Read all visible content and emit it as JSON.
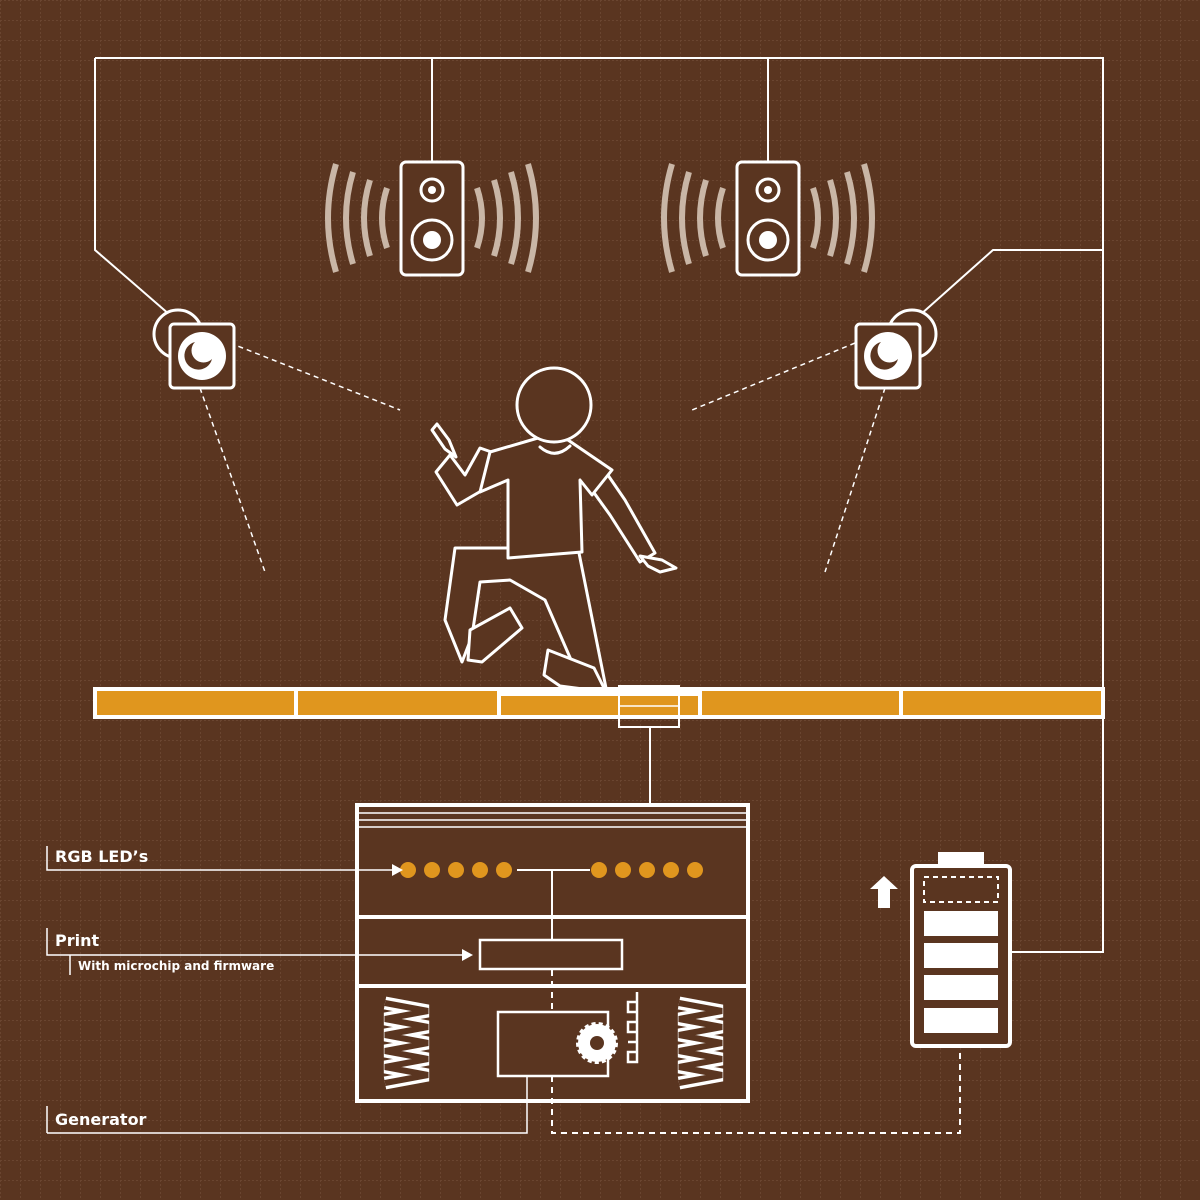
{
  "labels": {
    "rgb_leds": "RGB LED’s",
    "print": "Print",
    "print_sub": "With microchip and firmware",
    "generator": "Generator"
  },
  "colors": {
    "background": "#5a3520",
    "line": "#ffffff",
    "accent": "#e0961e",
    "wave": "#c9b6a6"
  },
  "led_count": 10,
  "battery_bars_filled": 4,
  "floor_tile_count": 5,
  "icons": [
    "speaker-icon",
    "spotlight-icon",
    "dancer-icon",
    "battery-icon",
    "charge-arrow-icon",
    "gear-icon",
    "spring-icon"
  ]
}
